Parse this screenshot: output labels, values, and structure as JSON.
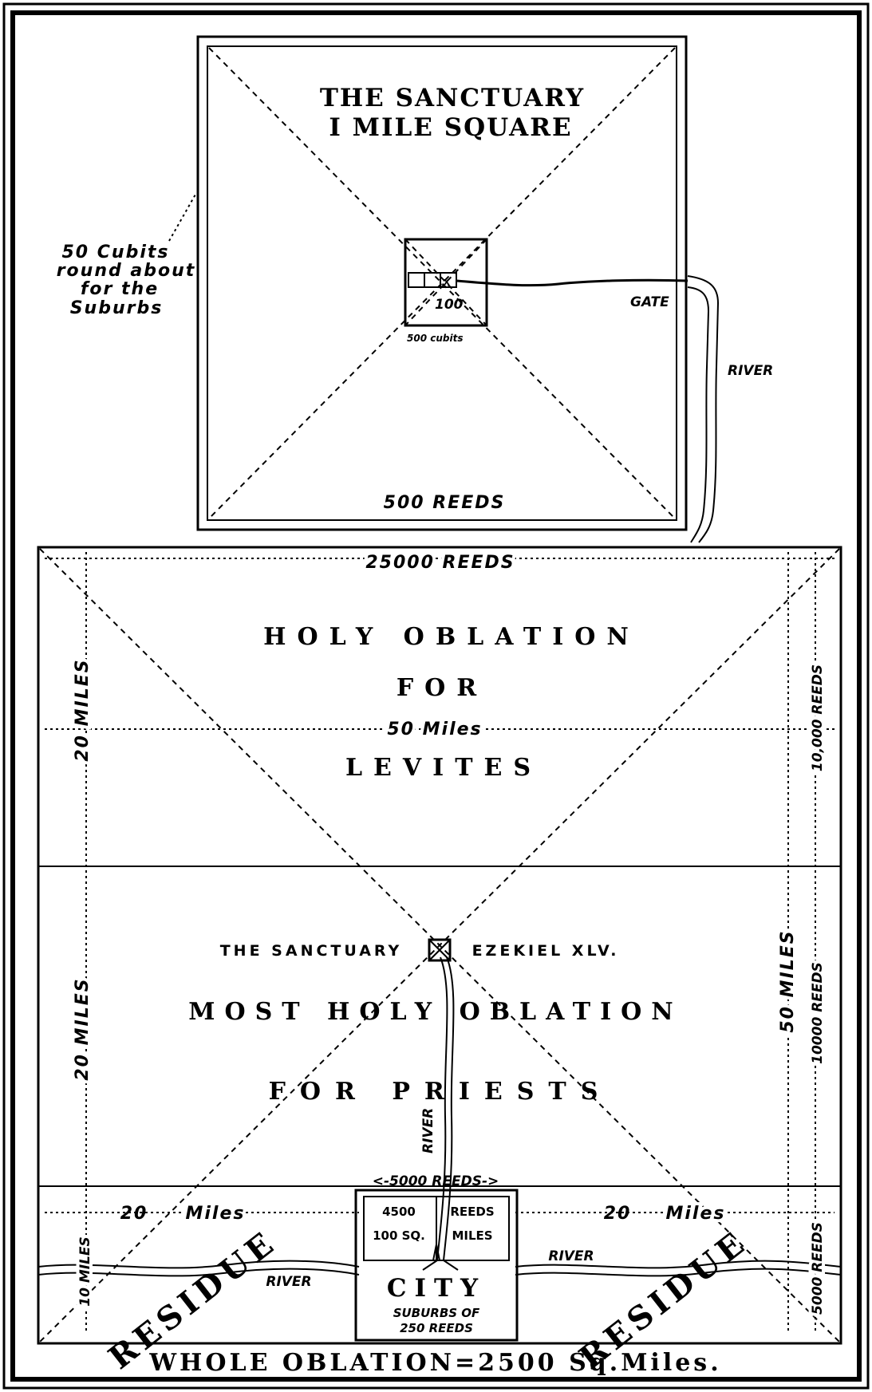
{
  "sanctuary": {
    "title_line1": "THE SANCTUARY",
    "title_line2": "I MILE SQUARE",
    "suburbs_note": [
      "50 Cubits",
      "round about",
      "for the",
      "Suburbs"
    ],
    "inner_cubits": "500 cubits",
    "inner_100": "100",
    "gate": "GATE",
    "river": "RIVER",
    "bottom_reeds": "500 REEDS"
  },
  "oblation": {
    "top_reeds": "25000 REEDS",
    "levites_line1": "HOLY OBLATION",
    "levites_line2": "FOR",
    "levites_line3": "LEVITES",
    "width_miles": "50 Miles",
    "left_20_miles_top": "20 MILES",
    "left_20_miles_mid": "20 MILES",
    "left_10_miles": "10 MILES",
    "right_reeds_top": "10,000 REEDS",
    "right_reeds_mid": "10000 REEDS",
    "right_50_miles": "50 MILES",
    "right_reeds_bottom": "5000 REEDS",
    "sanctuary_label": "THE SANCTUARY",
    "ezekiel_label": "EZEKIEL XLV.",
    "priests_line1": "MOST HOLY OBLATION",
    "priests_line2": "FOR PRIESTS",
    "river_vertical": "RIVER",
    "city_top_reeds": "<-5000 REEDS->",
    "city_4500": "4500",
    "city_reeds": "REEDS",
    "city_100sq": "100 SQ.",
    "city_miles": "MILES",
    "city_label": "CITY",
    "city_suburbs": [
      "SUBURBS OF",
      "250 REEDS"
    ],
    "left_20": "20",
    "left_miles": "Miles",
    "right_20": "20",
    "right_miles": "Miles",
    "residue": "RESIDUE",
    "river_left": "RIVER",
    "river_right": "RIVER"
  },
  "footer": "WHOLE OBLATION=2500 Sq.Miles."
}
